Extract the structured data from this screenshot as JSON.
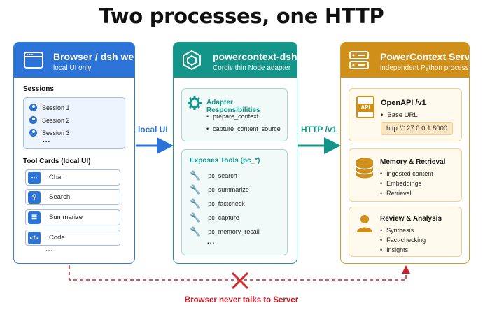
{
  "title": "Two processes, one HTTP",
  "browser": {
    "title": "Browser / dsh web",
    "subtitle": "local UI only",
    "sessions_label": "Sessions",
    "sessions": [
      "Session 1",
      "Session 2",
      "Session 3"
    ],
    "ellipsis": "...",
    "tool_cards_label": "Tool Cards (local UI)",
    "tool_cards": [
      "Chat",
      "Search",
      "Summarize",
      "Code"
    ],
    "tool_icons": [
      "chat-icon",
      "search-icon",
      "document-icon",
      "code-icon"
    ]
  },
  "dsh": {
    "title": "powercontext-dsh",
    "subtitle": "Cordis thin Node adapter",
    "responsibilities_label": "Adapter Responsibilities",
    "responsibilities": [
      "prepare_context",
      "capture_content_source"
    ],
    "tools_label": "Exposes Tools  (pc_*)",
    "tools": [
      "pc_search",
      "pc_summarize",
      "pc_factcheck",
      "pc_capture",
      "pc_memory_recall"
    ],
    "ellipsis": "..."
  },
  "server": {
    "title": "PowerContext Server",
    "subtitle": "independent Python process",
    "openapi_label": "OpenAPI /v1",
    "openapi_badge": "API",
    "base_url_label": "Base URL",
    "base_url": "http://127.0.0.1:8000",
    "memory_label": "Memory & Retrieval",
    "memory_items": [
      "Ingested content",
      "Embeddings",
      "Retrieval"
    ],
    "review_label": "Review & Analysis",
    "review_items": [
      "Synthesis",
      "Fact-checking",
      "Insights"
    ]
  },
  "arrows": {
    "local_ui": "local UI",
    "http": "HTTP /v1"
  },
  "note": "Browser never talks to Server",
  "colors": {
    "browser": "#2b73d6",
    "dsh": "#14958a",
    "server": "#cf8f19",
    "forbidden": "#c8202a"
  }
}
